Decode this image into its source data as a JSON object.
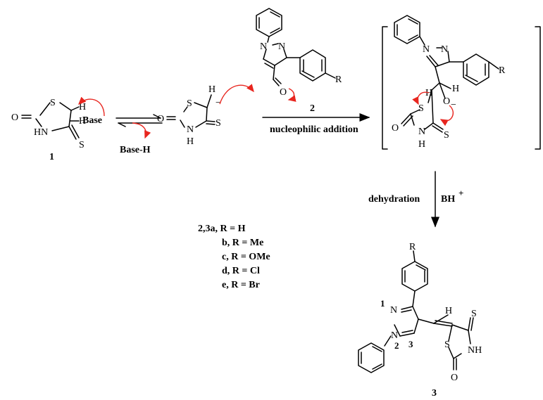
{
  "atoms": {
    "S": "S",
    "O": "O",
    "H": "H",
    "N": "N",
    "HN": "HN",
    "NH": "NH",
    "R": "R",
    "O_minus": "O",
    "minus": "−",
    "one_N": "1",
    "two_N": "2"
  },
  "labels": {
    "compound1": "1",
    "compound2": "2",
    "compound3": "3",
    "base": "Base",
    "base_h": "Base-H",
    "nucleophilic_addition": "nucleophilic addition",
    "dehydration": "dehydration",
    "bh_plus": "BH",
    "plus": "+",
    "pos1": "1",
    "pos2": "2",
    "pos3": "3"
  },
  "substituents": [
    "2,3a, R = H",
    "b, R = Me",
    "c, R = OMe",
    "d, R = Cl",
    "e, R = Br"
  ],
  "colors": {
    "curved_arrows": "#e8261f",
    "structure": "#000000"
  }
}
